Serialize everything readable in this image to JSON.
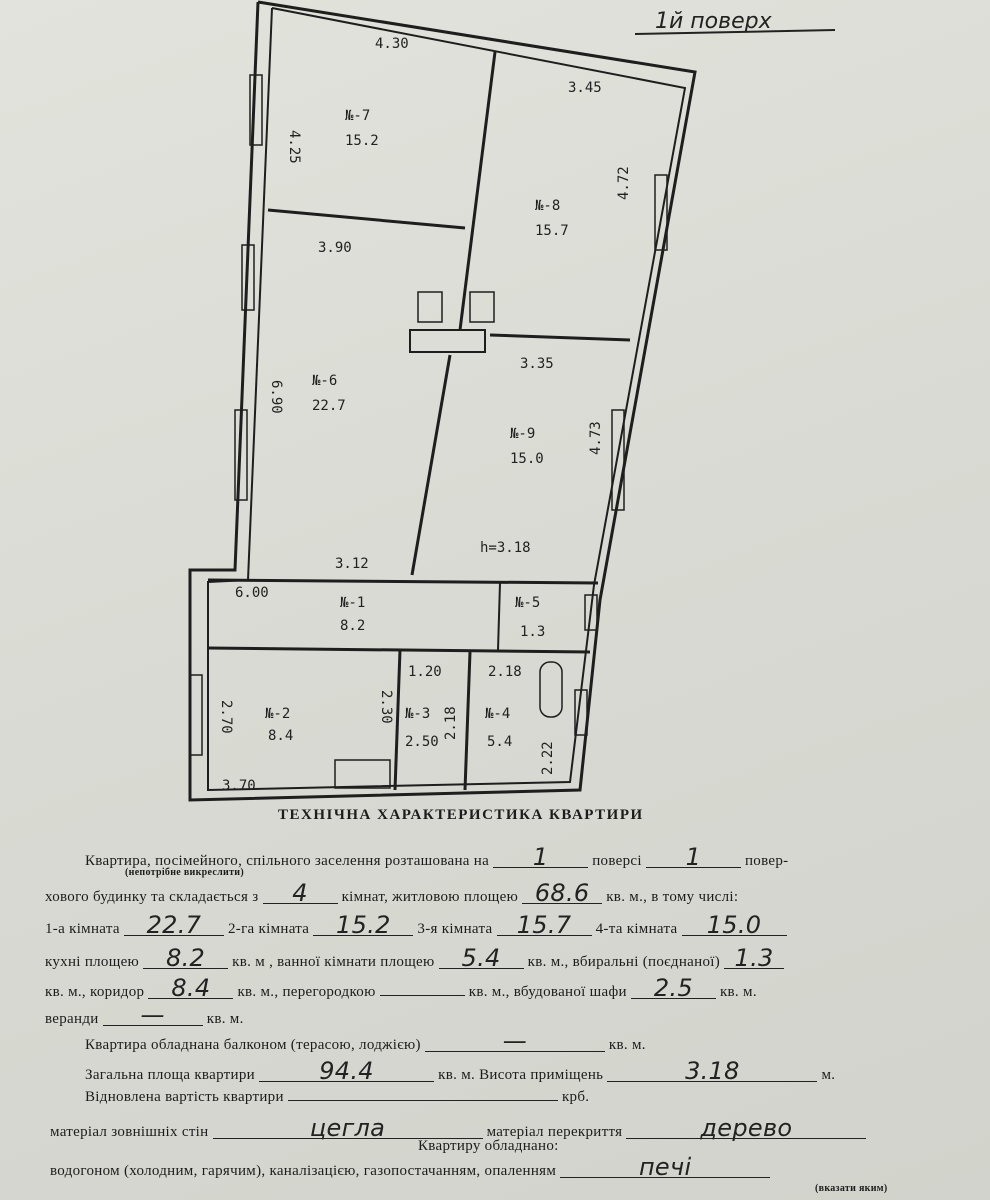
{
  "floor_title": "1й поверх",
  "plan": {
    "rooms": [
      {
        "label": "№-7",
        "area": "15.2"
      },
      {
        "label": "№-8",
        "area": "15.7"
      },
      {
        "label": "№-6",
        "area": "22.7"
      },
      {
        "label": "№-9",
        "area": "15.0"
      },
      {
        "label": "№-1",
        "area": "8.2"
      },
      {
        "label": "№-5",
        "area": "1.3"
      },
      {
        "label": "№-2",
        "area": "8.4"
      },
      {
        "label": "№-3",
        "area": "2.50"
      },
      {
        "label": "№-4",
        "area": "5.4"
      }
    ],
    "dimensions": [
      "4.30",
      "4.25",
      "3.45",
      "4.72",
      "3.90",
      "6.90",
      "3.35",
      "4.73",
      "h=3.18",
      "3.12",
      "6.00",
      "2.70",
      "2.30",
      "1.20",
      "2.18",
      "2.18",
      "2.22",
      "3.70"
    ]
  },
  "doc": {
    "heading": "ТЕХНІЧНА ХАРАКТЕРИСТИКА КВАРТИРИ",
    "l1a": "Квартира, посімейного, спільного заселення розташована на",
    "floor": "1",
    "l1b": "поверсі",
    "floors_total": "1",
    "l1c": "повер-",
    "note_strike": "(непотрібне викреслити)",
    "l2a": "хового будинку та складається з",
    "rooms_count": "4",
    "l2b": "кімнат, житловою площею",
    "living_area": "68.6",
    "l2c": "кв. м., в тому числі:",
    "room1_label": "1-а кімната",
    "room1": "22.7",
    "room2_label": "2-га кімната",
    "room2": "15.2",
    "room3_label": "3-я кімната",
    "room3": "15.7",
    "room4_label": "4-та кімната",
    "room4": "15.0",
    "kitchen_label": "кухні площею",
    "kitchen": "8.2",
    "bath_label": "кв. м , ванної кімнати площею",
    "bath": "5.4",
    "wc_label": "кв. м., вбиральні (поєднаної)",
    "wc": "1.3",
    "corr_pre": "кв. м., коридор",
    "corridor": "8.4",
    "partition_label": "кв. м., перегородкою",
    "partition": "",
    "closet_label": "кв. м., вбудованої шафи",
    "closet": "2.5",
    "unit": "кв. м.",
    "veranda_label": "веранди",
    "veranda": "—",
    "balcony_label": "Квартира обладнана балконом (терасою, лоджією)",
    "balcony": "—",
    "total_label": "Загальна площа квартири",
    "total_area": "94.4",
    "height_label": "кв. м. Висота приміщень",
    "height": "3.18",
    "m": "м.",
    "cost_label": "Відновлена вартість квартири",
    "cost": "",
    "cost_unit": "крб.",
    "walls_label": "матеріал зовнішніх стін",
    "walls": "цегла",
    "ceiling_label": "матеріал перекриття",
    "ceiling": "дерево",
    "equipped": "Квартиру обладнано:",
    "utilities": "водогоном (холодним, гарячим), каналізацією, газопостачанням, опаленням",
    "heating": "печі",
    "specify": "(вказати яким)"
  }
}
